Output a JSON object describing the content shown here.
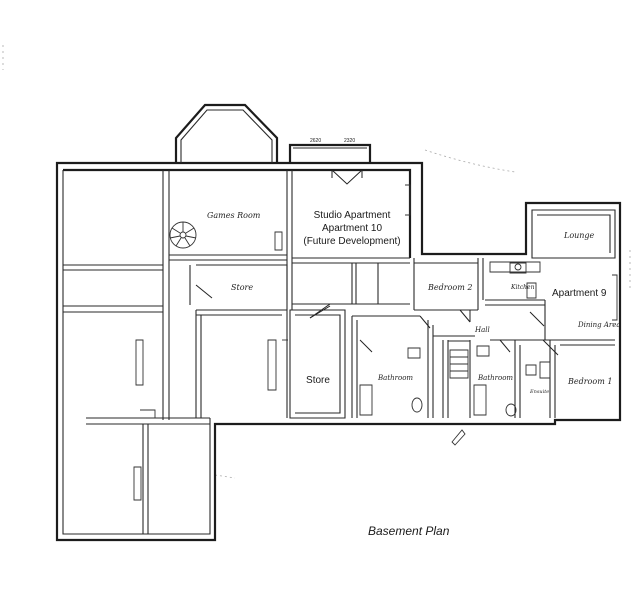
{
  "plan": {
    "title": "Basement Plan",
    "rooms": {
      "games_room": "Games Room",
      "store_small": "Store",
      "studio_line1": "Studio Apartment",
      "studio_line2": "Apartment 10",
      "studio_line3": "(Future Development)",
      "bedroom2": "Bedroom 2",
      "lounge": "Lounge",
      "kitchen": "Kitchen",
      "apartment9": "Apartment 9",
      "dining_area": "Dining Area",
      "hall": "Hall",
      "store_large": "Store",
      "bathroom_left": "Bathroom",
      "bathroom_mid": "Bathroom",
      "ensuite": "Ensuite",
      "bedroom1": "Bedroom 1"
    },
    "dims": {
      "left": "2620",
      "right": "2320"
    }
  }
}
